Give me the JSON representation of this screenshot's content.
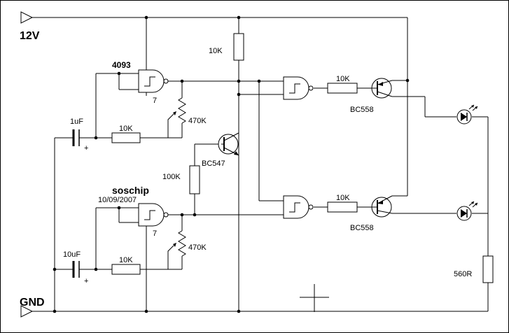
{
  "rails": {
    "vcc": "12V",
    "gnd": "GND"
  },
  "ic": {
    "part": "4093",
    "pin": "7"
  },
  "credit": {
    "name": "soschip",
    "date": "10/09/2007"
  },
  "components": {
    "r_top": "10K",
    "r_bias": "100K",
    "pot": "470K",
    "r_timer": "10K",
    "r_base": "10K",
    "r_led": "560R",
    "c_top": "1uF",
    "c_bottom": "10uF",
    "q_npn": "BC547",
    "q_pnp": "BC558",
    "cap_plus": "+"
  }
}
